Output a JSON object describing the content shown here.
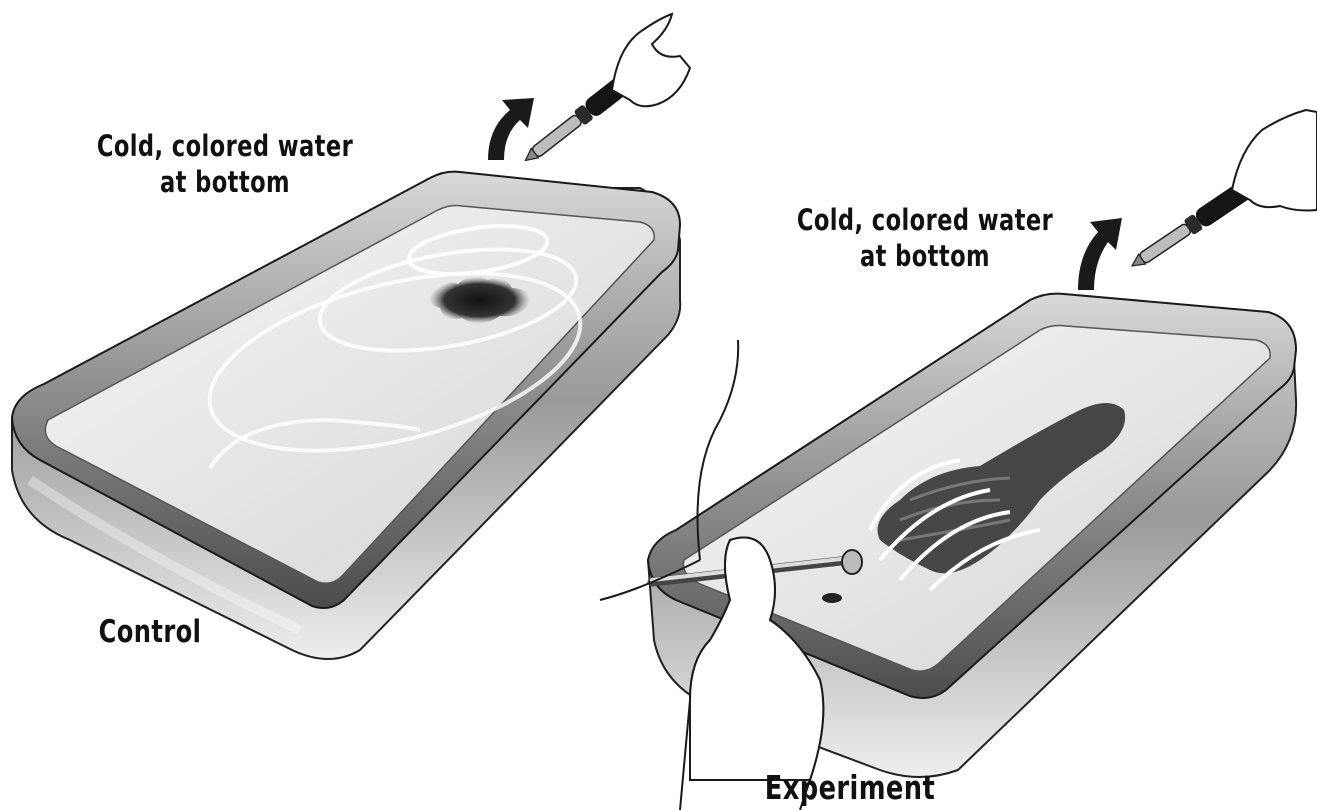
{
  "labels": {
    "left_line1": "Cold, colored water",
    "left_line2": "at bottom",
    "right_line1": "Cold, colored water",
    "right_line2": "at bottom",
    "control": "Control",
    "experiment": "Experiment"
  },
  "colors": {
    "ink": "#111111",
    "pan_light": "#e6e6e6",
    "pan_mid": "#b8b8b8",
    "pan_dark": "#6e6e6e",
    "water": "#f2f2f2",
    "dye": "#1a1a1a"
  },
  "icons": [
    "dropper-icon",
    "arrow-icon",
    "hand-icon",
    "tube-icon"
  ]
}
